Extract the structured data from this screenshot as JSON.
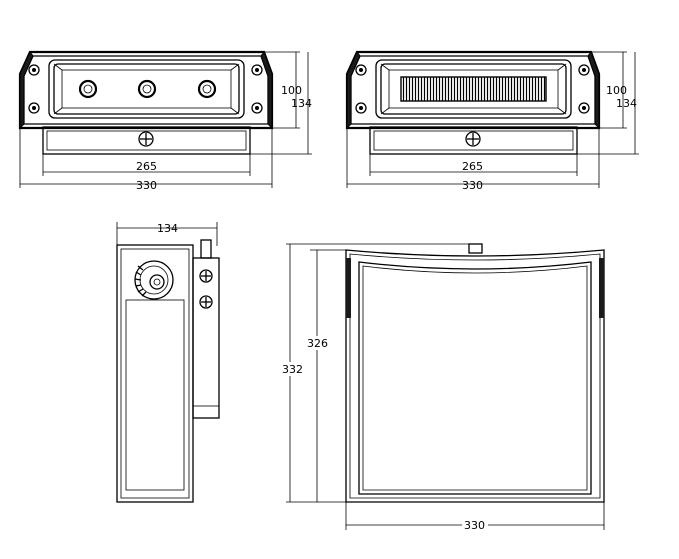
{
  "front_view_left": {
    "height_inner": "100",
    "height_outer": "134",
    "width_inner": "265",
    "width_outer": "330"
  },
  "front_view_right": {
    "height_inner": "100",
    "height_outer": "134",
    "width_inner": "265",
    "width_outer": "330"
  },
  "side_view": {
    "depth": "134"
  },
  "rear_view": {
    "height_inner": "326",
    "height_outer": "332",
    "width": "330"
  }
}
